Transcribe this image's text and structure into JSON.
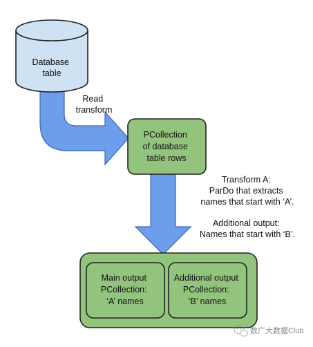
{
  "colors": {
    "cylinder_fill": "#cfe2f3",
    "node_fill": "#93c47d",
    "arrow_fill": "#6d9eeb",
    "stroke": "#222222"
  },
  "database": {
    "line1": "Database",
    "line2": "table"
  },
  "read_transform": {
    "line1": "Read",
    "line2": "transform"
  },
  "pcollection_rows": {
    "line1": "PCollection",
    "line2": "of database",
    "line3": "table rows"
  },
  "transform_a": {
    "line1": "Transform A:",
    "line2": "ParDo that extracts",
    "line3": "names that start with ‘A’."
  },
  "additional_label": {
    "line1": "Additional output:",
    "line2": "Names that start with ‘B’."
  },
  "main_output": {
    "line1": "Main output",
    "line2": "PCollection:",
    "line3": "‘A’ names"
  },
  "additional_output": {
    "line1": "Additional output",
    "line2": "PCollection:",
    "line3": "‘B’ names"
  },
  "watermark": {
    "text": "数广大数据Club",
    "icon": "wechat-icon"
  }
}
